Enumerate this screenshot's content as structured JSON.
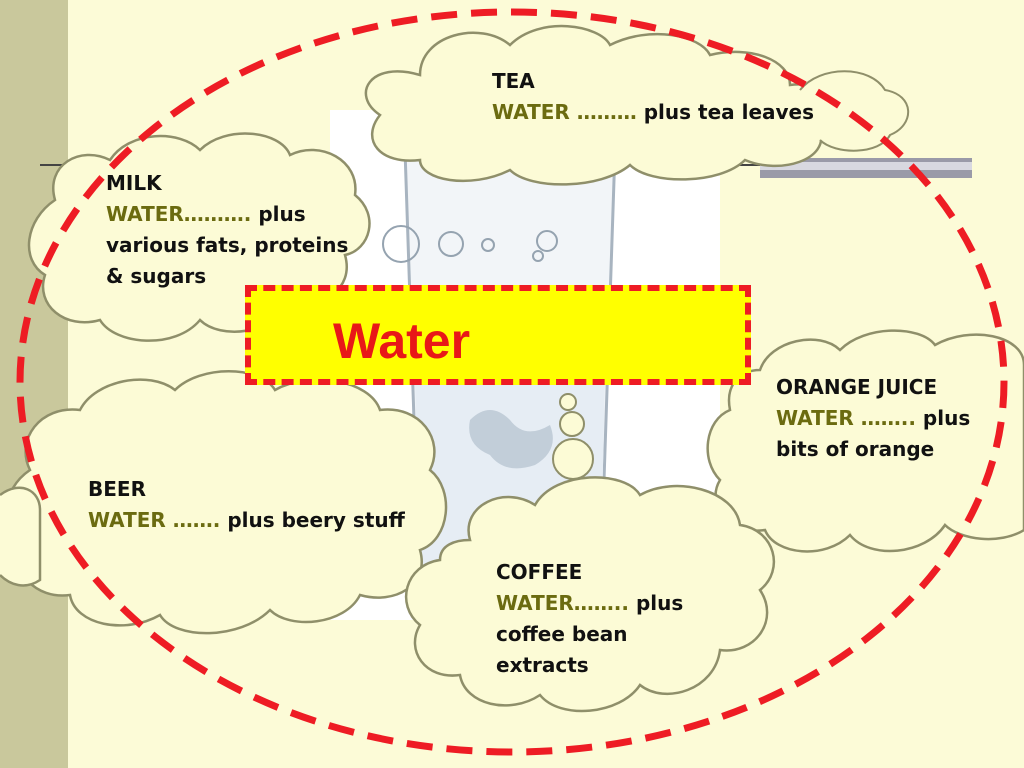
{
  "title": "Water",
  "bubbles": {
    "tea": {
      "name": "TEA",
      "water": "WATER ………",
      "rest": "plus tea leaves"
    },
    "milk": {
      "name": "MILK",
      "water": "WATER……….",
      "rest1": "plus",
      "rest2": "various fats, proteins",
      "rest3": "& sugars"
    },
    "orange": {
      "name": "ORANGE JUICE",
      "water": "WATER ……..",
      "rest1": "plus",
      "rest2": "bits of orange"
    },
    "beer": {
      "name": "BEER",
      "water": "WATER …….",
      "rest": "plus beery stuff"
    },
    "coffee": {
      "name": "COFFEE",
      "water": "WATER……..",
      "rest1": "plus",
      "rest2": "coffee bean",
      "rest3": "extracts"
    }
  },
  "colors": {
    "background": "#fcfbd7",
    "sidebar": "#c9c89c",
    "cloud_fill": "#fcfbd6",
    "cloud_stroke": "#8f8f6a",
    "dashed_ellipse": "#ee1c24",
    "title_fill": "#ffff00",
    "title_text": "#e81818"
  }
}
